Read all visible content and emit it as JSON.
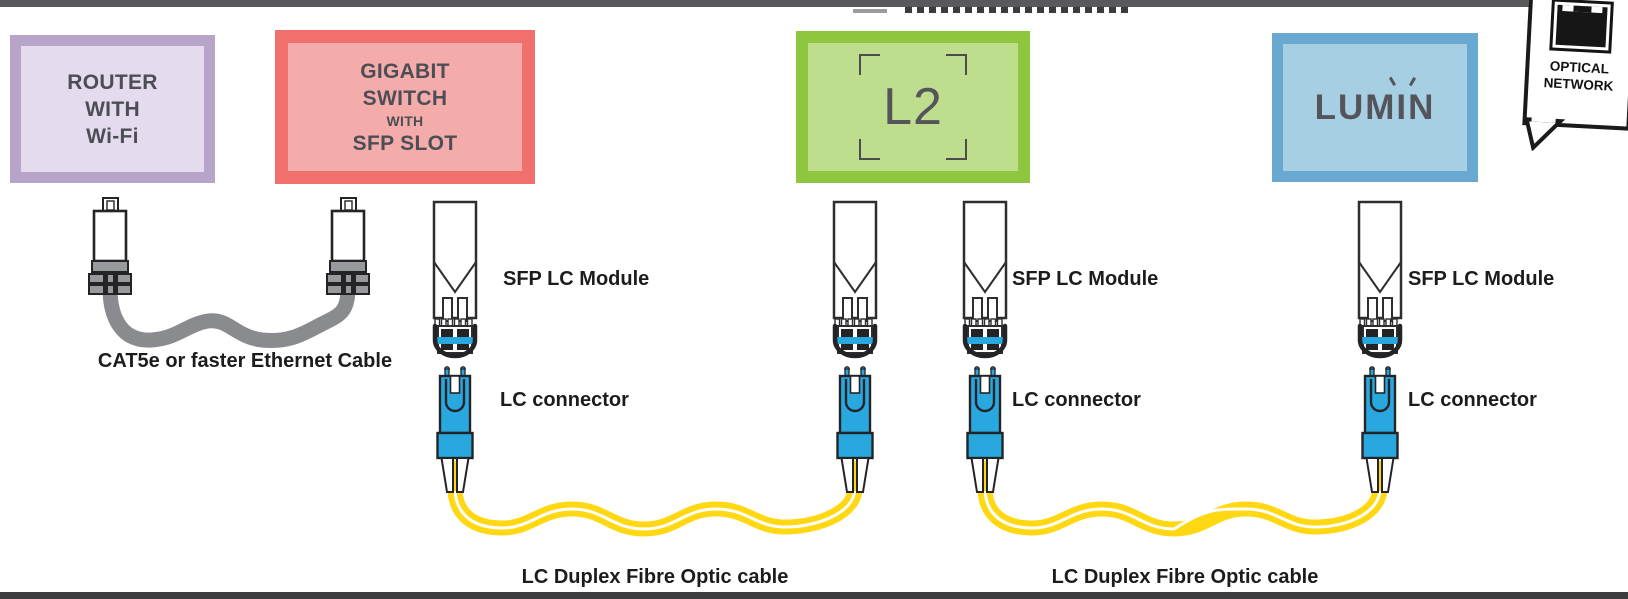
{
  "diagram": {
    "devices": {
      "router": {
        "lines": [
          "ROUTER",
          "WITH",
          "Wi-Fi"
        ],
        "fill": "#e4dbee",
        "border": "#b6a4c9"
      },
      "switch": {
        "lines": [
          "GIGABIT",
          "SWITCH",
          "WITH",
          "SFP SLOT"
        ],
        "fill": "#f3acaa",
        "border": "#f0706e"
      },
      "l2": {
        "label": "L2",
        "fill": "#bedd8d",
        "border": "#8ec640"
      },
      "lumin": {
        "pre": "LUM",
        "i": "I",
        "post": "N",
        "fill": "#a7cfe3",
        "border": "#69a8d0"
      }
    },
    "callout": {
      "line1": "OPTICAL",
      "line2": "NETWORK"
    },
    "labels": {
      "ethernet": "CAT5e or faster Ethernet Cable",
      "sfp": "SFP LC Module",
      "lc": "LC connector",
      "fibre": "LC Duplex Fibre Optic cable"
    },
    "colors": {
      "fibre_yellow": "#ffd813",
      "ethernet_grey": "#8a8b8e",
      "lc_blue": "#29a8e0",
      "device_text": "#4d4e55",
      "label_text": "#1c1c1c",
      "top_bar": "#59595b",
      "bottom_bar": "#3d3d3f"
    }
  }
}
